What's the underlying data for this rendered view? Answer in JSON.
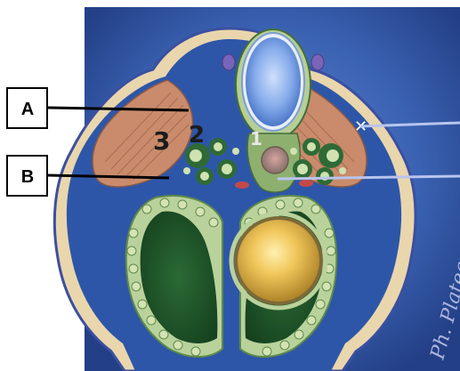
{
  "labels": {
    "a": "A",
    "b": "B",
    "num_3": "3",
    "num_2": "2",
    "num_1": "1"
  },
  "signature": "Ph. Plateau",
  "colors": {
    "background_blue": "#2f55a6",
    "skin_band": "#e6d1a6",
    "muscle": "#c88a6a",
    "dark_green": "#1e4a26",
    "light_green": "#b7cf9a",
    "trachea_blue": "#6f9be0",
    "yellow": "#e4b64a",
    "pointer_line": "#b9c4ee"
  }
}
